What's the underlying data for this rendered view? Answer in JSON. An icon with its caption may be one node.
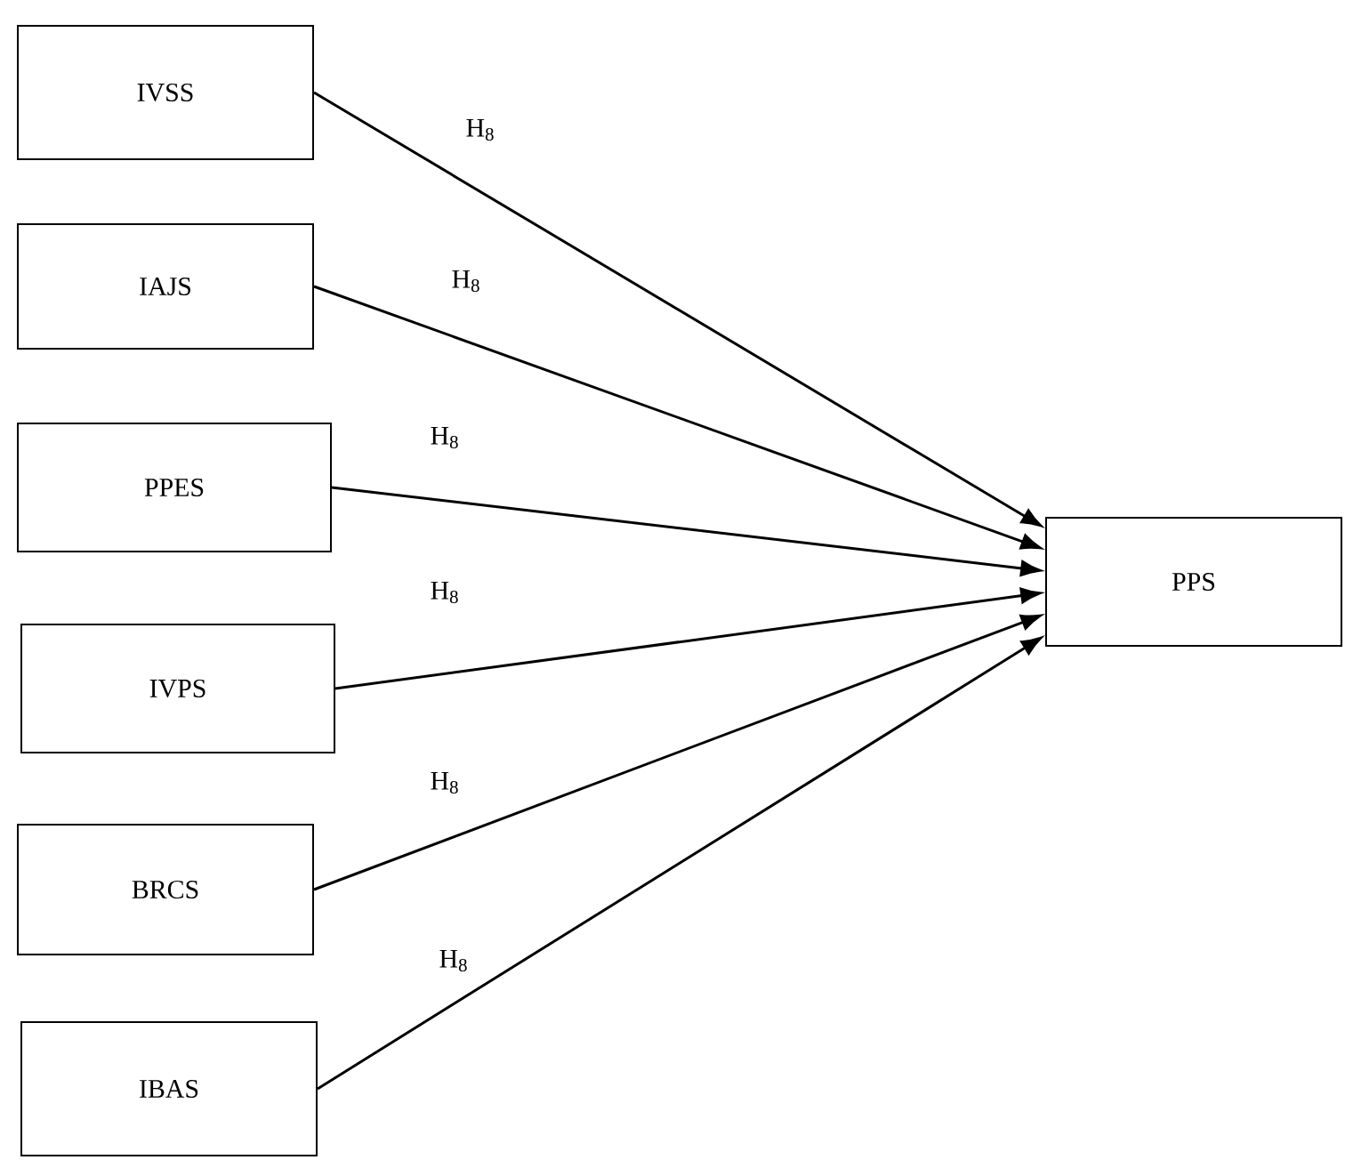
{
  "diagram": {
    "nodes": [
      {
        "text": [
          "IVSS"
        ]
      },
      {
        "text": [
          "IAJS"
        ]
      },
      {
        "text": [
          "PPES"
        ]
      },
      {
        "text": [
          "IVPS"
        ]
      },
      {
        "text": [
          "BRCS"
        ]
      },
      {
        "text": [
          "IBAS"
        ]
      },
      {
        "text": [
          "PPS"
        ]
      }
    ],
    "edges": [
      {
        "from": 0,
        "to": 6,
        "arrow": "to",
        "label": "H$_{8}$"
      },
      {
        "from": 1,
        "to": 6,
        "arrow": "to",
        "label": "H$_{8}$"
      },
      {
        "from": 2,
        "to": 6,
        "arrow": "to",
        "label": "H$_{8}$"
      },
      {
        "from": 3,
        "to": 6,
        "arrow": "to",
        "label": "H$_{8}$"
      },
      {
        "from": 4,
        "to": 6,
        "arrow": "to",
        "label": "H$_{8}$"
      },
      {
        "from": 5,
        "to": 6,
        "arrow": "to",
        "label": "H$_{8}$"
      }
    ]
  }
}
